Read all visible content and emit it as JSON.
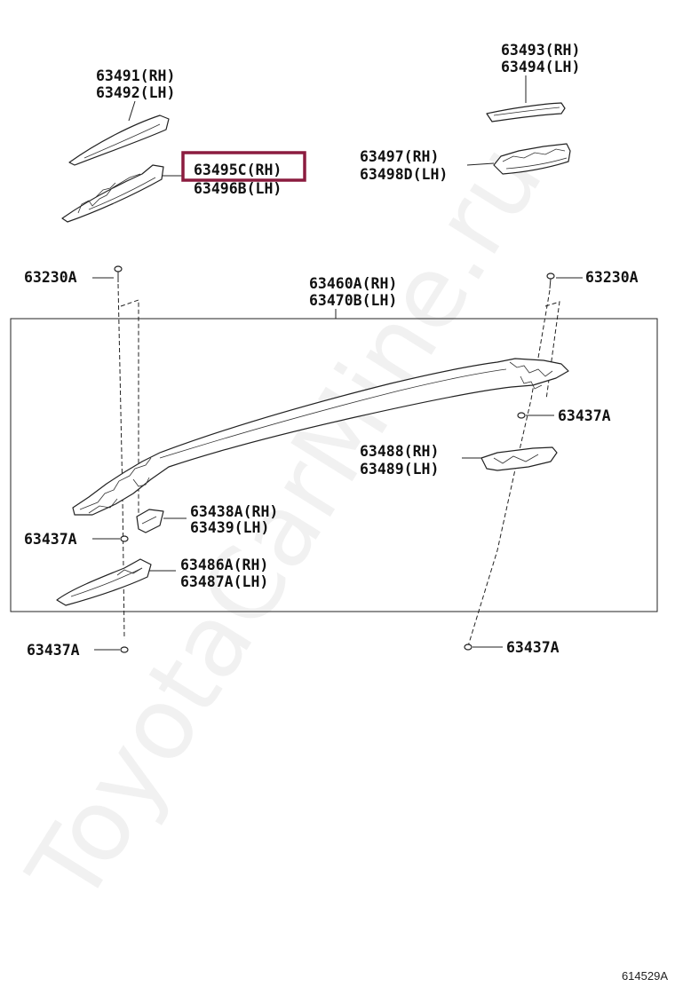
{
  "watermark": "ToyotaCarMine.ru",
  "diagram_code": "614529A",
  "highlight_color": "#8b1c3f",
  "parts": {
    "p63491": "63491(RH)",
    "p63492": "63492(LH)",
    "p63495c": "63495C(RH)",
    "p63496b": "63496B(LH)",
    "p63493": "63493(RH)",
    "p63494": "63494(LH)",
    "p63497": "63497(RH)",
    "p63498d": "63498D(LH)",
    "p63230a_left": "63230A",
    "p63230a_right": "63230A",
    "p63460a": "63460A(RH)",
    "p63470b": "63470B(LH)",
    "p63437a_upper_right": "63437A",
    "p63488": "63488(RH)",
    "p63489": "63489(LH)",
    "p63438a": "63438A(RH)",
    "p63439": "63439(LH)",
    "p63437a_left_mid": "63437A",
    "p63486a": "63486A(RH)",
    "p63487a": "63487A(LH)",
    "p63437a_left_bottom": "63437A",
    "p63437a_right_bottom": "63437A"
  }
}
